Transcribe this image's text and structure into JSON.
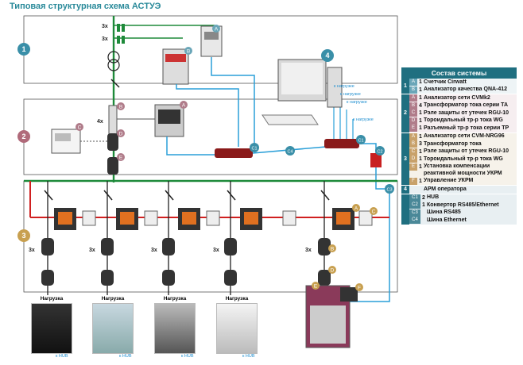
{
  "title": "Типовая структурная схема АСТУЭ",
  "zone_numbers": [
    "1",
    "2",
    "3",
    "4"
  ],
  "letters": {
    "A": "A",
    "B": "B",
    "C": "C",
    "D": "D",
    "E": "E",
    "F": "F",
    "C1": "C1",
    "C2": "C2",
    "C3": "C3",
    "C4": "C4"
  },
  "labels": {
    "x3": "3x",
    "x4": "4x",
    "to_load": "к нагрузке",
    "to_hub": "к HUB",
    "load": "Нагрузка"
  },
  "legend": {
    "header": "Состав системы",
    "groups": [
      {
        "num": "1",
        "cls": "gA",
        "rows": [
          {
            "letter": "A",
            "qty": "1",
            "name": "Счетчик Cirwatt"
          },
          {
            "letter": "B",
            "qty": "1",
            "name": "Анализатор качества QNA-412"
          }
        ]
      },
      {
        "num": "2",
        "cls": "gB",
        "rows": [
          {
            "letter": "A",
            "qty": "1",
            "name": "Анализатор сети CVMk2"
          },
          {
            "letter": "B",
            "qty": "4",
            "name": "Трансформатор тока серии ТА"
          },
          {
            "letter": "C",
            "qty": "1",
            "name": "Рэле защиты от утечек RGU-10"
          },
          {
            "letter": "D",
            "qty": "1",
            "name": "Тороидальный тр-р тока WG"
          },
          {
            "letter": "E",
            "qty": "1",
            "name": "Разъемный тр-р тока серии TP"
          }
        ]
      },
      {
        "num": "3",
        "cls": "gC",
        "rows": [
          {
            "letter": "A",
            "qty": "1",
            "name": "Анализатор сети CVM-NRG96"
          },
          {
            "letter": "B",
            "qty": "3",
            "name": "Трансформатор тока"
          },
          {
            "letter": "C",
            "qty": "1",
            "name": "Рэле защиты от утечек RGU-10"
          },
          {
            "letter": "D",
            "qty": "1",
            "name": "Тороидальный тр-р тока WG"
          },
          {
            "letter": "E",
            "qty": "1",
            "name": "Установка компенсации реактивной мощности УКРМ"
          },
          {
            "letter": "F",
            "qty": "1",
            "name": "Управление УКРМ"
          }
        ]
      },
      {
        "num": "4",
        "cls": "g4",
        "rows": [
          {
            "letter": "",
            "qty": "",
            "name": "АРМ оператора"
          }
        ]
      },
      {
        "num": "",
        "cls": "gC4",
        "rows": [
          {
            "letter": "C1",
            "qty": "2",
            "name": "HUB"
          },
          {
            "letter": "C2",
            "qty": "1",
            "name": "Конвертор RS485/Ethernet"
          },
          {
            "letter": "C3",
            "qty": "",
            "name": "Шина RS485"
          },
          {
            "letter": "C4",
            "qty": "",
            "name": "Шина Ethernet"
          }
        ]
      }
    ]
  },
  "colors": {
    "green_bus": "#1e8a3a",
    "red_bus": "#d02020",
    "blue_line": "#2a9fd8",
    "zone_badge": "#3a8fa8",
    "zone2_badge": "#b06a7a",
    "zone3_badge": "#c8a050",
    "hub_red": "#8a1a1a",
    "legend_dark": "#1f6f80"
  }
}
